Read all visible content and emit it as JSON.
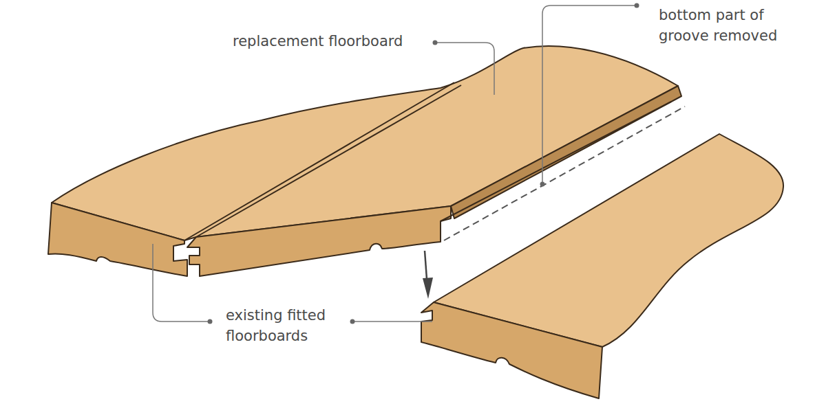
{
  "diagram": {
    "labels": [
      "replacement floorboard",
      "bottom part of groove removed",
      "existing fitted floorboards"
    ]
  }
}
